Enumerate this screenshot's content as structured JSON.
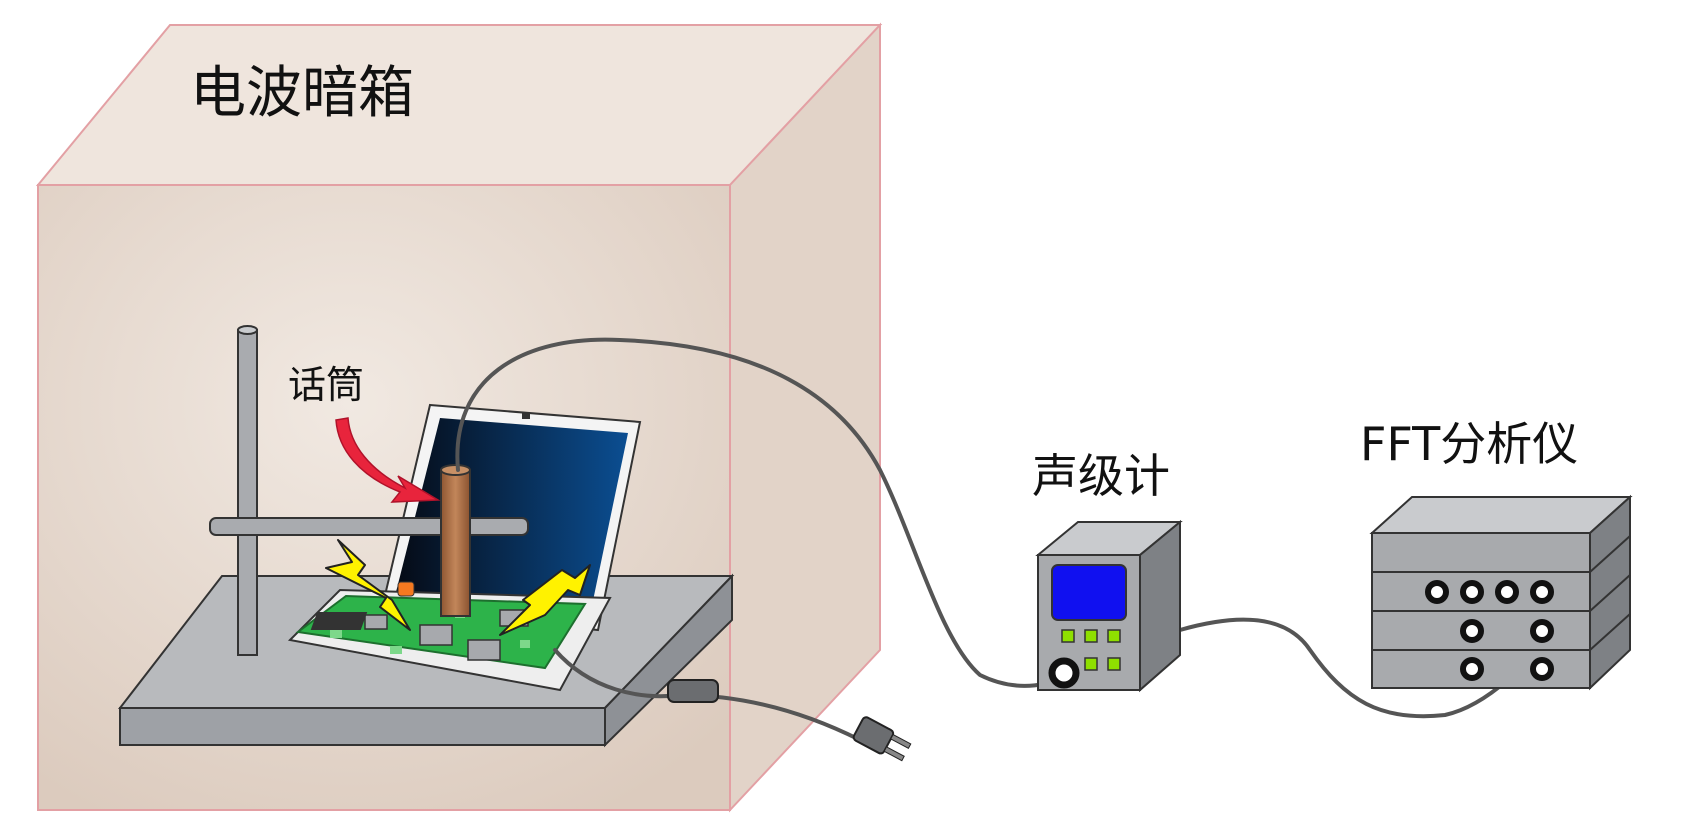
{
  "labels": {
    "chamber": "电波暗箱",
    "microphone": "话筒",
    "sound_level_meter": "声级计",
    "fft_analyzer": "FFT分析仪"
  },
  "colors": {
    "chamber_wall": "#e6d7cd",
    "chamber_edge": "#e3a0a4",
    "cable": "#555555",
    "microphone": "#b9784a",
    "arrow": "#e8243c",
    "spark": "#fff200",
    "pcb": "#2db34a",
    "screen": "#0a3f7c",
    "meter_display": "#1010f0",
    "meter_button": "#8fe000"
  },
  "icons": {
    "spark": "lightning-bolt-icon",
    "arrow": "red-arrow-icon",
    "plug": "power-plug-icon",
    "connector": "round-jack-icon"
  }
}
